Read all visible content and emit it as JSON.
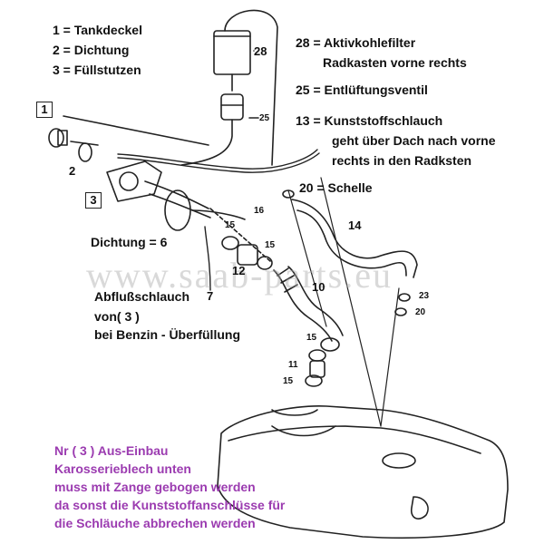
{
  "legend": {
    "l1": "1 = Tankdeckel",
    "l2": "2 =   Dichtung",
    "l3": "3 = Füllstutzen"
  },
  "notes": {
    "n28a": "28 = Aktivkohlefilter",
    "n28b": "Radkasten vorne rechts",
    "n25": "25 = Entlüftungsventil",
    "n13a": "13 = Kunststoffschlauch",
    "n13b": "geht über Dach nach vorne",
    "n13c": "rechts in den Radksten",
    "n20": "20 = Schelle",
    "dichtung": "Dichtung  = 6",
    "abfluss1": "Abflußschlauch",
    "abfluss2": "von( 3 )",
    "abfluss3": "bei Benzin - Überfüllung"
  },
  "callouts": {
    "c1": "1",
    "c2": "2",
    "c3": "3",
    "c28": "28",
    "c25": "25",
    "c16": "16",
    "c14": "14",
    "c15a": "15",
    "c15b": "15",
    "c15c": "15",
    "c15d": "15",
    "c12": "12",
    "c10": "10",
    "c7": "7",
    "c23": "23",
    "c20": "20",
    "c11": "11"
  },
  "watermark": "www.saab-parts.eu",
  "bottom_note": {
    "line1": "Nr ( 3 )  Aus-Einbau",
    "line2": "Karosserieblech unten",
    "line3": "muss mit Zange gebogen  werden",
    "line4": "da sonst die Kunststoffanschlüsse für",
    "line5": "die Schläuche abbrechen werden"
  }
}
